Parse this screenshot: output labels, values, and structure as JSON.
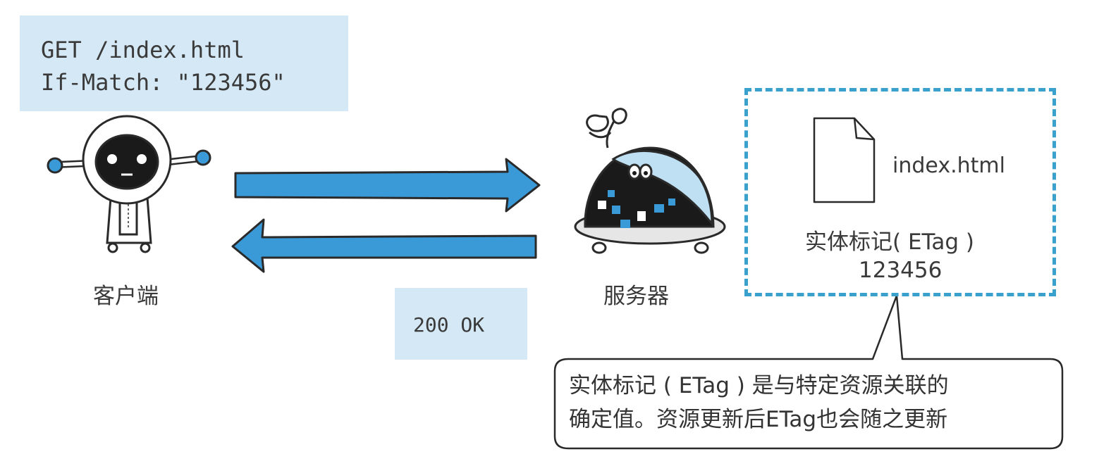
{
  "request": {
    "line1": "GET /index.html",
    "line2": "If-Match: \"123456\""
  },
  "response": {
    "status": "200 OK"
  },
  "client": {
    "label": "客户端"
  },
  "server": {
    "label": "服务器"
  },
  "resource": {
    "filename": "index.html",
    "etag_label": "实体标记( ETag )",
    "etag_value": "123456"
  },
  "note": {
    "line1": "实体标记 ( ETag ) 是与特定资源关联的",
    "line2": "确定值。资源更新后ETag也会随之更新"
  },
  "colors": {
    "arrow": "#3a9ad8",
    "box_fill": "#d5e8f5",
    "dashed_border": "#3aa1cd",
    "robot_dark": "#1a1a1a"
  }
}
